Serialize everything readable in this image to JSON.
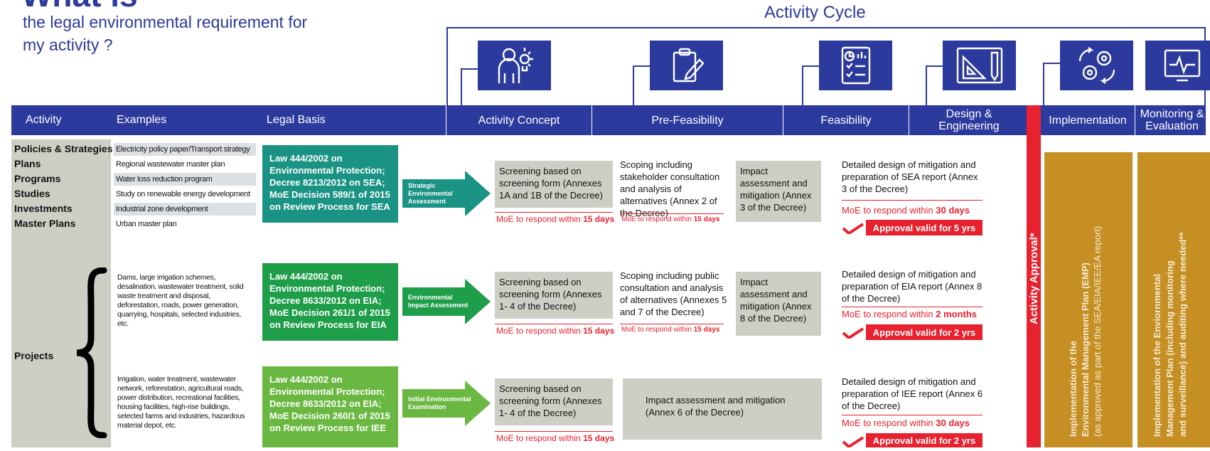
{
  "title": {
    "main": "What is",
    "subtitle": "the legal environmental requirement for my activity ?"
  },
  "cycle": {
    "title": "Activity Cycle",
    "icons": [
      "idea-person-icon",
      "clipboard-pen-icon",
      "checklist-chart-icon",
      "ruler-triangle-icon",
      "gears-arrows-icon",
      "monitor-pulse-icon"
    ]
  },
  "header": {
    "activity": "Activity",
    "examples": "Examples",
    "legal_basis": "Legal Basis",
    "concept": "Activity Concept",
    "prefeasibility": "Pre-Feasibility",
    "feasibility": "Feasibility",
    "design": "Design & Engineering",
    "implementation": "Implementation",
    "monitoring": "Monitoring & Evaluation"
  },
  "categories": [
    "Policies & Strategies",
    "Plans",
    "Programs",
    "Studies",
    "Investments",
    "Master Plans"
  ],
  "examples": [
    "Electricity policy paper/Transport strategy",
    "Regional wastewater master plan",
    "Water loss reduction program",
    "Study on renewable energy development",
    "Industrial zone development",
    "Urban master plan"
  ],
  "projects": {
    "label": "Projects",
    "eia_examples": "Dams, large irrigation schemes, desalination, wastewater treatment, solid waste treatment and disposal, deforestation, roads, power generation, quarrying, hospitals, selected industries, etc.",
    "iee_examples": "Irrigation, water treatment, wastewater network, reforestation, agricultural roads, power distribution, recreational facilities, housing facilities, high-rise buildings, selected farms and industries, hazardous material depot, etc."
  },
  "rows": [
    {
      "law": "Law 444/2002 on Environmental Protection; Decree 8213/2012 on SEA; MoE Decision 589/1 of 2015 on Review Process for SEA",
      "arrow": "Strategic Environmental Assessment",
      "screening": "Screening based on screening form (Annexes 1A and 1B of the Decree)",
      "screening_response_prefix": "MoE to respond within",
      "screening_response_days": "15 days",
      "scoping": "Scoping including stakeholder consultation and analysis of alternatives (Annex 2 of the Decree)",
      "scoping_response_prefix": "MoE to respond within",
      "scoping_response_days": "15 days",
      "impact": "Impact assessment and mitigation (Annex 3 of the Decree)",
      "design": "Detailed design of mitigation and preparation of SEA report (Annex 3 of the Decree)",
      "design_response_prefix": "MoE to respond within",
      "design_response_days": "30 days",
      "approval": "Approval valid for 5 yrs"
    },
    {
      "law": "Law 444/2002 on Environmental Protection; Decree 8633/2012 on EIA; MoE Decision 261/1 of 2015 on Review Process for EIA",
      "arrow": "Environmental Impact Assessment",
      "screening": "Screening based on screening form (Annexes 1- 4 of the Decree)",
      "screening_response_prefix": "MoE to respond within",
      "screening_response_days": "15 days",
      "scoping": "Scoping including public consultation and analysis of alternatives (Annexes 5 and 7 of the Decree)",
      "scoping_response_prefix": "MoE to respond within",
      "scoping_response_days": "15 days",
      "impact": "Impact assessment and mitigation (Annex 8 of the Decree)",
      "design": "Detailed design of mitigation and preparation of EIA report (Annex 8 of the Decree)",
      "design_response_prefix": "MoE to respond within",
      "design_response_days": "2 months",
      "approval": "Approval valid for 2 yrs"
    },
    {
      "law": "Law 444/2002 on Environmental Protection; Decree 8633/2012 on EIA; MoE Decision 260/1 of 2015 on Review Process for IEE",
      "arrow": "Initial Environmental Examination",
      "screening": "Screening based on screening form (Annexes 1- 4 of the Decree)",
      "screening_response_prefix": "MoE to respond within",
      "screening_response_days": "15 days",
      "impact": "Impact assessment and mitigation (Annex 6 of the Decree)",
      "design": "Detailed design of mitigation and preparation of IEE report (Annex 6 of the Decree)",
      "design_response_prefix": "MoE to respond within",
      "design_response_days": "30 days",
      "approval": "Approval valid for 2 yrs"
    }
  ],
  "activity_approval": "Activity Approval*",
  "emp_text": {
    "line1": "Implementation of the",
    "line2": "Environmental Management Plan (EMP)",
    "line3": "(as approved as part of the SEA/EIA/IEE/EA report)"
  },
  "monitoring_text": {
    "line1": "Implementation of the Enviornmental",
    "line2": "Management Plan (including monitoring",
    "line3": "and surveillance) and auditing where needed**"
  },
  "colors": {
    "navy": "#2b3a9c",
    "teal": "#1a9384",
    "green": "#1f9e4a",
    "light_green": "#6ab842",
    "red": "#e8212e",
    "gold": "#c58f23",
    "gray": "#ccd0c4"
  }
}
